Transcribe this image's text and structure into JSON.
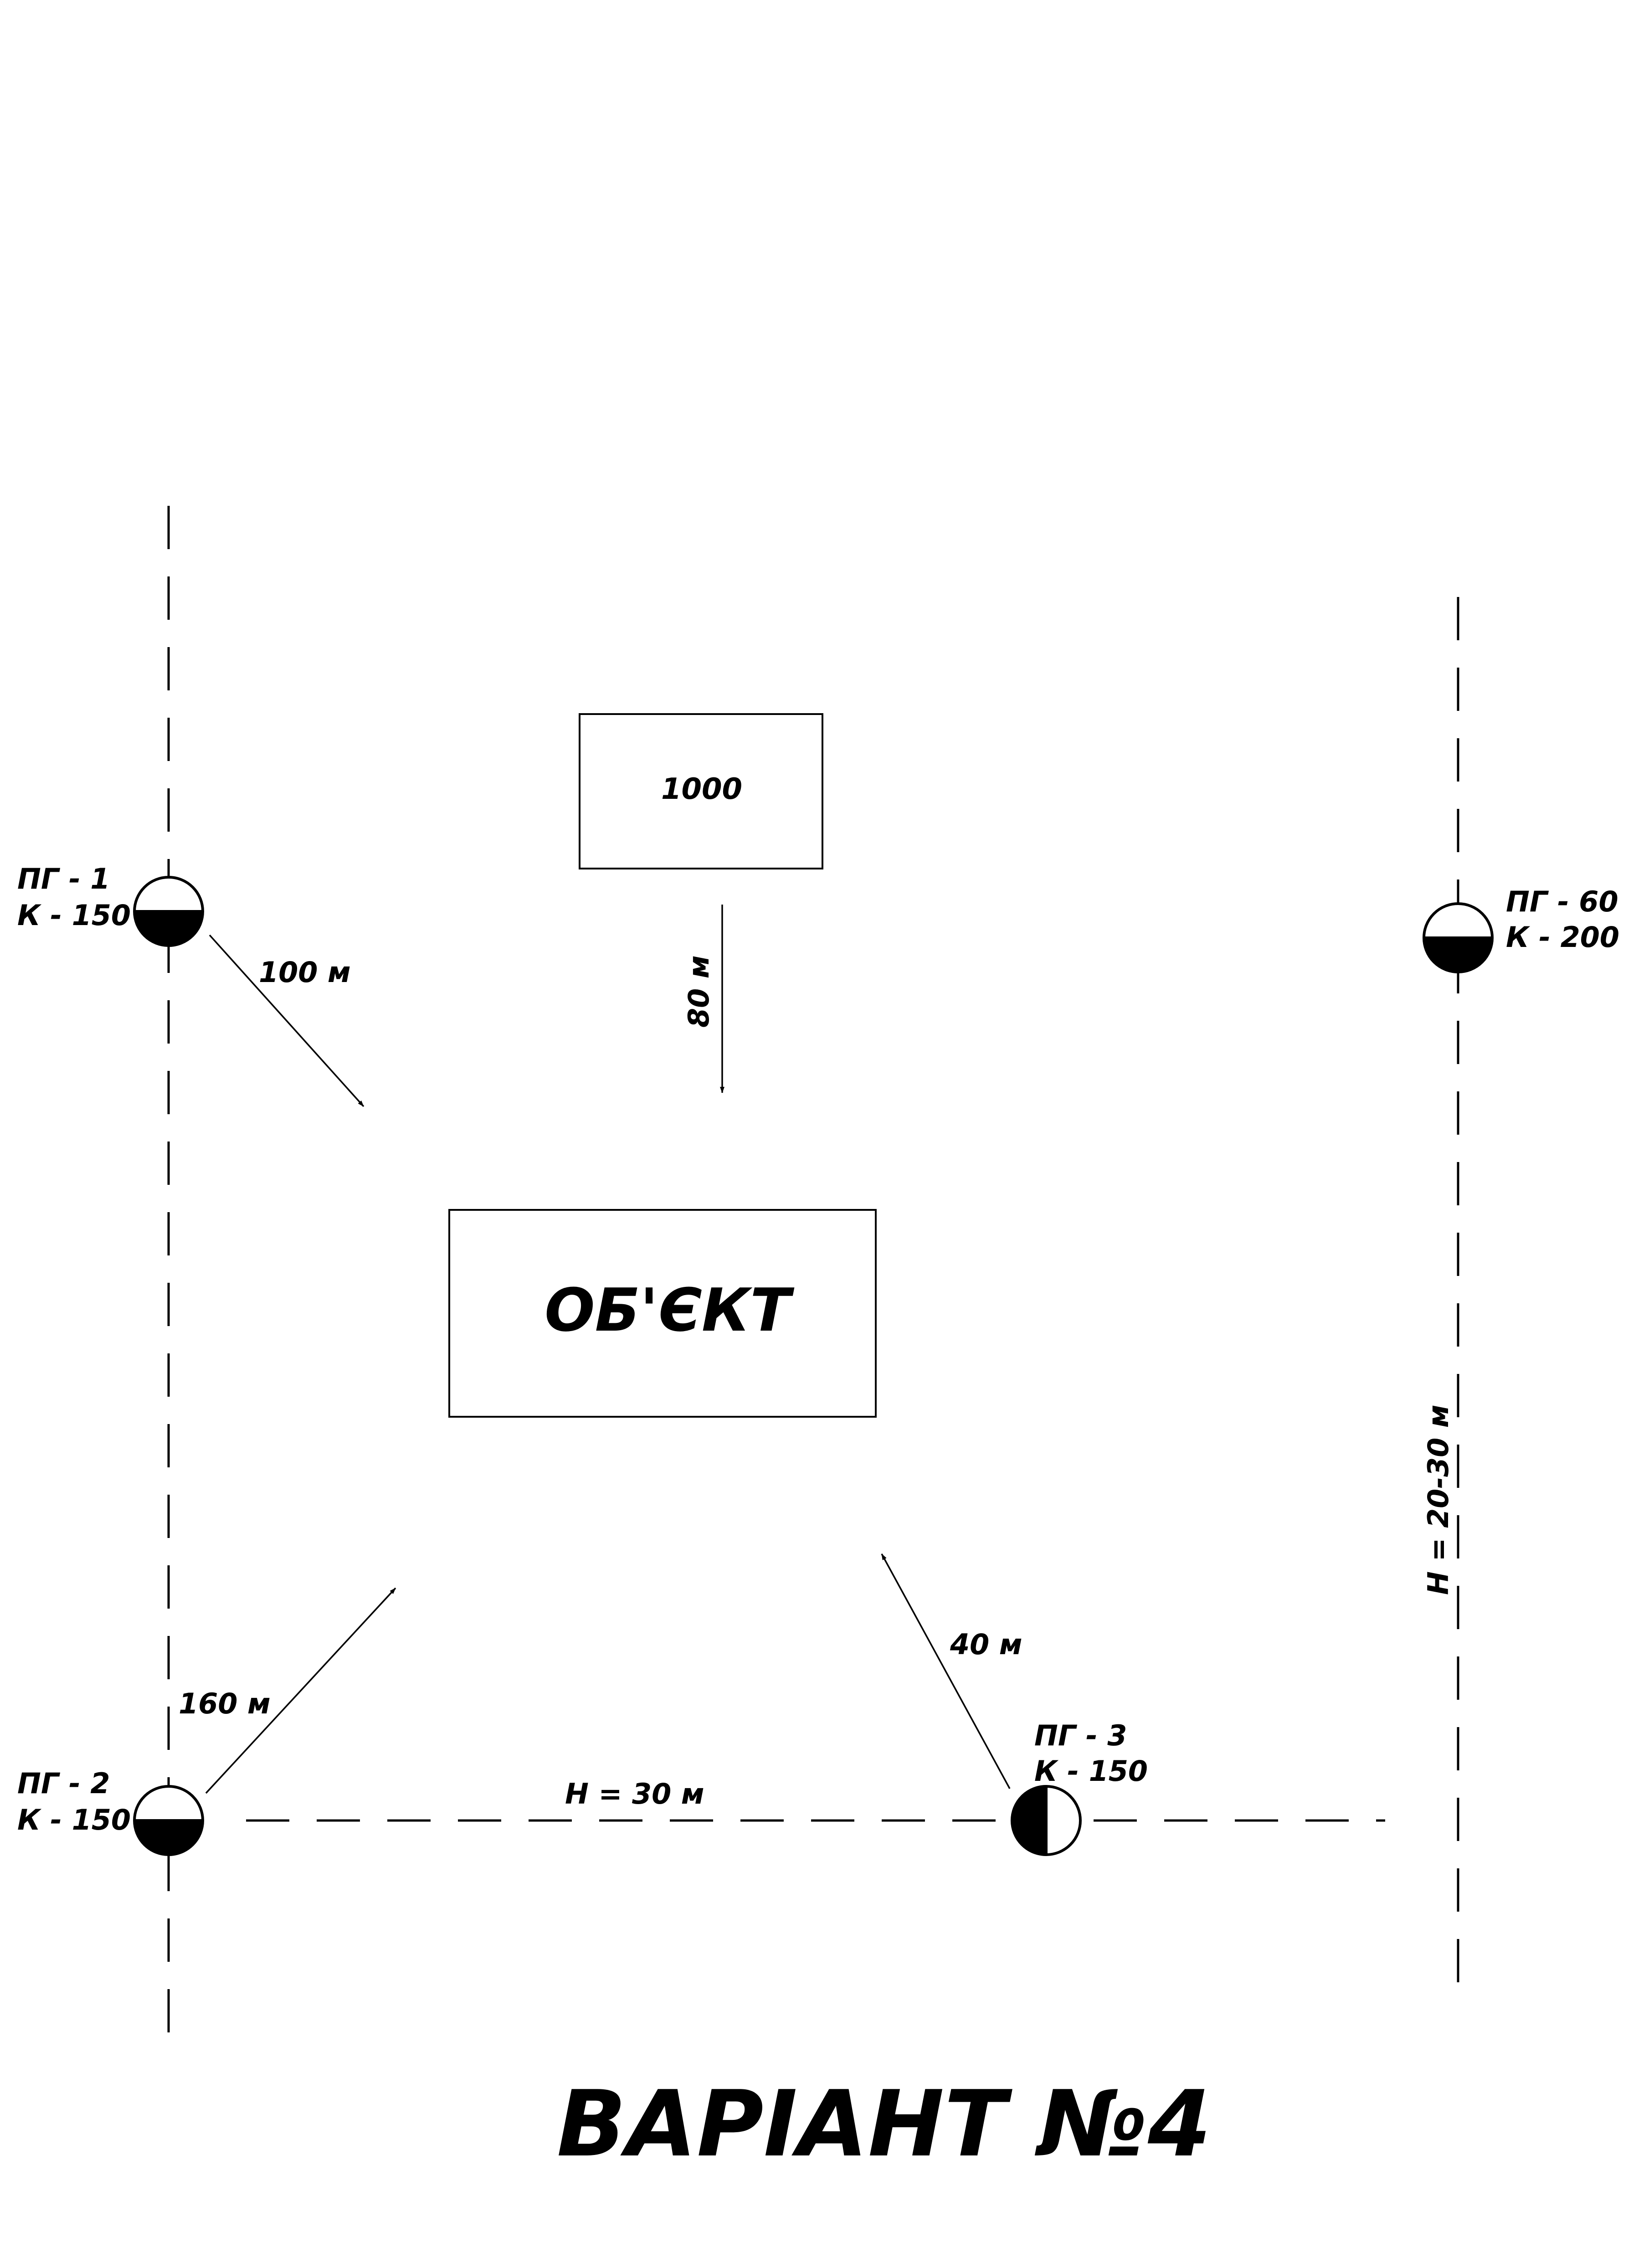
{
  "diagram": {
    "source_box": {
      "label": "1000"
    },
    "object": {
      "label": "ОБ'ЄКТ"
    },
    "hydrants": [
      {
        "name": "ПГ - 1",
        "pipe": "К - 150",
        "symbol": "half-filled-bottom"
      },
      {
        "name": "ПГ - 60",
        "pipe": "К - 200",
        "symbol": "half-filled-bottom"
      },
      {
        "name": "ПГ - 2",
        "pipe": "К - 150",
        "symbol": "half-filled-bottom"
      },
      {
        "name": "ПГ - 3",
        "pipe": "К - 150",
        "symbol": "half-filled-left"
      }
    ],
    "distances": {
      "pg1_to_object": "100 м",
      "source_to_object": "80 м",
      "pg2_to_object": "160 м",
      "pg3_to_object": "40 м"
    },
    "depths": {
      "bottom_line": "Н = 30 м",
      "right_line": "Н = 20-30 м"
    },
    "title": "ВАРІАНТ №4"
  }
}
